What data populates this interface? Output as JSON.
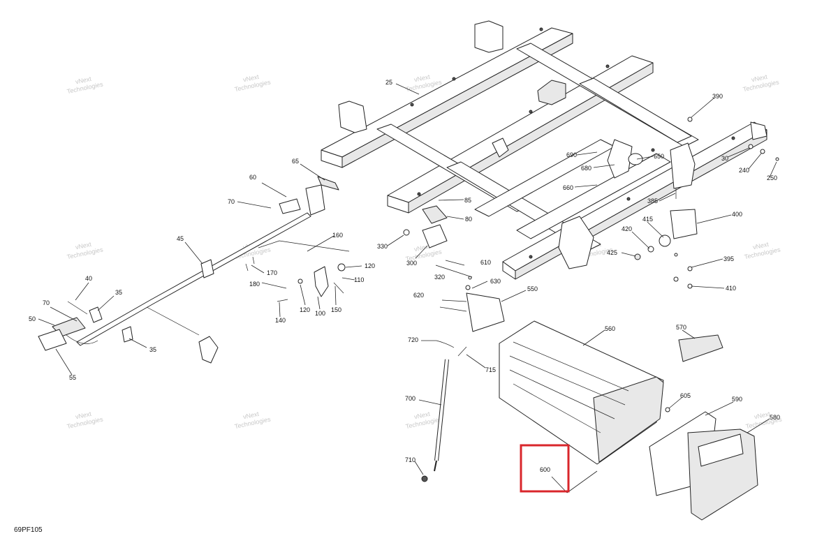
{
  "diagram_code": "69PF105",
  "watermark_line1": "vNext",
  "watermark_line2": "Technologies",
  "watermark_full": "vNext Technologies",
  "highlight_color": "#d9262b",
  "highlighted_part": "600",
  "labels": {
    "p25": "25",
    "p30": "30",
    "p35a": "35",
    "p35b": "35",
    "p40": "40",
    "p45": "45",
    "p50": "50",
    "p55": "55",
    "p60": "60",
    "p65": "65",
    "p70a": "70",
    "p70b": "70",
    "p80": "80",
    "p85": "85",
    "p100": "100",
    "p110": "110",
    "p120a": "120",
    "p120b": "120",
    "p140": "140",
    "p150": "150",
    "p160": "160",
    "p170": "170",
    "p180": "180",
    "p240": "240",
    "p250": "250",
    "p300": "300",
    "p320": "320",
    "p330": "330",
    "p385": "385",
    "p390": "390",
    "p395": "395",
    "p400": "400",
    "p410": "410",
    "p415": "415",
    "p420": "420",
    "p425": "425",
    "p550": "550",
    "p560": "560",
    "p570": "570",
    "p580": "580",
    "p590": "590",
    "p600": "600",
    "p605": "605",
    "p610": "610",
    "p620": "620",
    "p630": "630",
    "p650": "650",
    "p660": "660",
    "p680": "680",
    "p690": "690",
    "p700": "700",
    "p710": "710",
    "p715": "715",
    "p720": "720"
  }
}
